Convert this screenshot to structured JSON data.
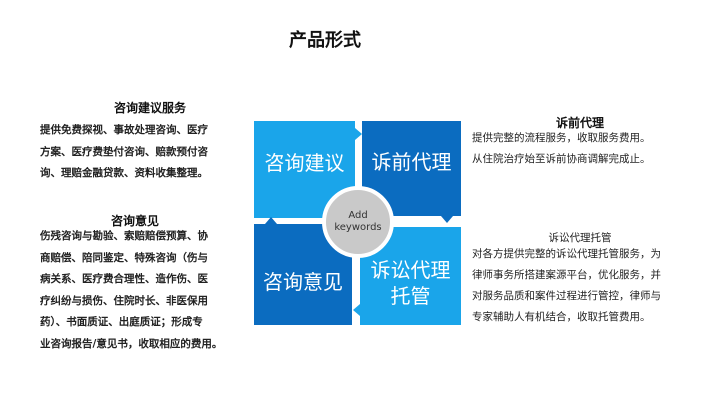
{
  "title": "产品形式",
  "left": {
    "consult_service": {
      "heading": "咨询建议服务",
      "lines": [
        "提供免费探视、事故处理咨询、医疗",
        "方案、医疗费垫付咨询、赔款预付咨",
        "询、理赔金融贷款、资料收集整理。"
      ]
    },
    "consult_opinion": {
      "heading": "咨询意见",
      "lines": [
        "伤残咨询与勘验、索赔赔偿预算、协",
        "商赔偿、陪同鉴定、特殊咨询（伤与",
        "病关系、医疗费合理性、造作伤、医",
        "疗纠纷与损伤、住院时长、非医保用",
        "药）、书面质证、出庭质证；形成专",
        "业咨询报告/意见书，收取相应的费用。"
      ]
    }
  },
  "right": {
    "pre_litigation": {
      "heading": "诉前代理",
      "lines": [
        "提供完整的流程服务，收取服务费用。",
        "从住院治疗始至诉前协商调解完成止。"
      ]
    },
    "litigation": {
      "heading": "诉讼代理托管",
      "lines": [
        "对各方提供完整的诉讼代理托管服务，为",
        "律师事务所搭建案源平台，优化服务，并",
        "对服务品质和案件过程进行管控，律师与",
        "专家辅助人有机结合，收取托管费用。"
      ]
    }
  },
  "diagram": {
    "q1": "咨询建议",
    "q2": "诉前代理",
    "q3": "咨询意见",
    "q4_line1": "诉讼代理",
    "q4_line2": "托管",
    "center_line1": "Add",
    "center_line2": "keywords",
    "colors": {
      "light": "#1aa5ea",
      "dark": "#0b6cc0",
      "center": "#c9c9c9"
    }
  }
}
